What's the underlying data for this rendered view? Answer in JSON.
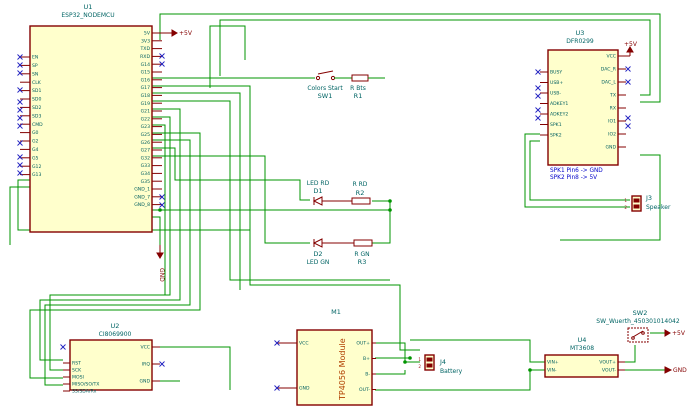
{
  "u1": {
    "ref": "U1",
    "value": "ESP32_NODEMCU",
    "left_pins": [
      "EN",
      "SP",
      "SN",
      "CLK",
      "SD1",
      "SD0",
      "SD2",
      "SD3",
      "CMD",
      "G0",
      "G2",
      "G4",
      "G5",
      "G12",
      "G13"
    ],
    "right_pins": [
      "5V",
      "3V3",
      "TXD",
      "RXD",
      "G14",
      "G15",
      "G16",
      "G17",
      "G18",
      "G19",
      "G21",
      "G22",
      "G23",
      "G25",
      "G26",
      "G27",
      "G32",
      "G33",
      "G34",
      "G35",
      "GND_1",
      "GND_7",
      "GND_8"
    ]
  },
  "u2": {
    "ref": "U2",
    "value": "CI8069900",
    "left_pins": [
      "RST",
      "SCK",
      "MOSI",
      "MISO/SO/TX",
      "SS/SDA/Rx"
    ],
    "right_pins": [
      "VCC",
      "IRQ",
      "GND"
    ]
  },
  "u3": {
    "ref": "U3",
    "value": "DFR0299",
    "left_pins": [
      "BUSY",
      "USB+",
      "USB-",
      "ADKEY1",
      "ADKEY2",
      "SPK1",
      "SPK2"
    ],
    "right_pins": [
      "VCC",
      "DAC_R",
      "DAC_L",
      "TX",
      "RX",
      "IO1",
      "IO2",
      "GND"
    ]
  },
  "u4": {
    "ref": "U4",
    "value": "MT3608",
    "left_pins": [
      "VIN+",
      "VIN-"
    ],
    "right_pins": [
      "VOUT+",
      "VOUT-"
    ]
  },
  "m1": {
    "ref": "M1",
    "value": "TP4056 Module",
    "left_pins": [
      "VCC",
      "GND"
    ],
    "right_pins": [
      "OUT+",
      "B+",
      "B-",
      "OUT-"
    ]
  },
  "sw1": {
    "ref": "SW1",
    "value": "Colors Start"
  },
  "sw2": {
    "ref": "SW2",
    "value": "SW_Wuerth_450301014042"
  },
  "r1": {
    "ref": "R1",
    "value": "R Bts"
  },
  "r2": {
    "ref": "R2",
    "value": "R RD"
  },
  "r3": {
    "ref": "R3",
    "value": "R GN"
  },
  "d1": {
    "ref": "D1",
    "value": "LED RD"
  },
  "d2": {
    "ref": "D2",
    "value": "LED GN"
  },
  "j3": {
    "ref": "J3",
    "value": "Speaker"
  },
  "j4": {
    "ref": "J4",
    "value": "Battery"
  },
  "power": {
    "vcc5_a": "+5V",
    "vcc5_b": "+5V",
    "vcc5_c": "+5V",
    "gnd_a": "GND",
    "gnd_b": "GND"
  },
  "notes": {
    "spk1": "SPK1 Pin6 -> GND",
    "spk2": "SPK2 Pin8 -> 5V"
  }
}
